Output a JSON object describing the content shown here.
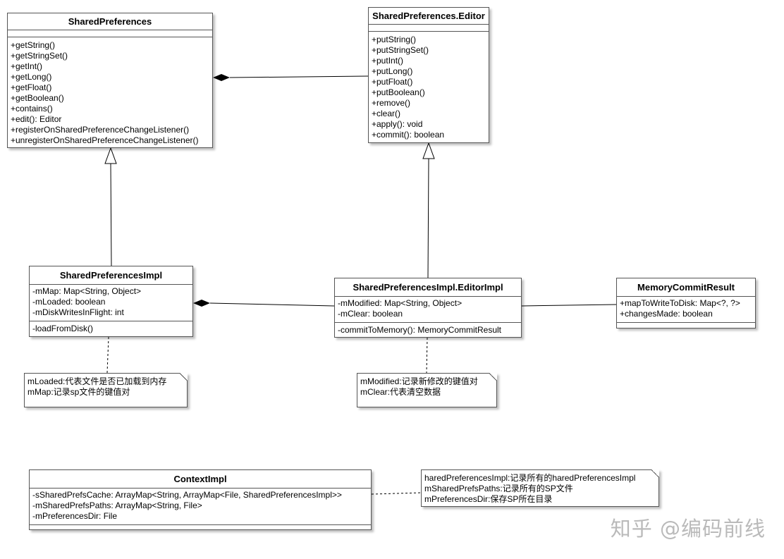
{
  "classes": {
    "shared_preferences": {
      "name": "SharedPreferences",
      "attributes": [],
      "methods": [
        "+getString()",
        "+getStringSet()",
        "+getInt()",
        "+getLong()",
        "+getFloat()",
        "+getBoolean()",
        "+contains()",
        "+edit(): Editor",
        "+registerOnSharedPreferenceChangeListener()",
        "+unregisterOnSharedPreferenceChangeListener()"
      ]
    },
    "editor": {
      "name": "SharedPreferences.Editor",
      "attributes": [],
      "methods": [
        "+putString()",
        "+putStringSet()",
        "+putInt()",
        "+putLong()",
        "+putFloat()",
        "+putBoolean()",
        "+remove()",
        "+clear()",
        "+apply(): void",
        "+commit(): boolean"
      ]
    },
    "impl": {
      "name": "SharedPreferencesImpl",
      "attributes": [
        "-mMap: Map<String, Object>",
        "-mLoaded: boolean",
        "-mDiskWritesInFlight: int"
      ],
      "methods": [
        "-loadFromDisk()"
      ]
    },
    "editor_impl": {
      "name": "SharedPreferencesImpl.EditorImpl",
      "attributes": [
        "-mModified: Map<String, Object>",
        "-mClear: boolean"
      ],
      "methods": [
        "-commitToMemory(): MemoryCommitResult"
      ]
    },
    "memory_commit_result": {
      "name": "MemoryCommitResult",
      "attributes": [
        "+mapToWriteToDisk: Map<?, ?>",
        "+changesMade: boolean"
      ],
      "methods": []
    },
    "context_impl": {
      "name": "ContextImpl",
      "attributes": [
        "-sSharedPrefsCache: ArrayMap<String, ArrayMap<File, SharedPreferencesImpl>>",
        "-mSharedPrefsPaths: ArrayMap<String, File>",
        "-mPreferencesDir: File"
      ],
      "methods": []
    }
  },
  "notes": {
    "impl_note": [
      "mLoaded:代表文件是否已加载到内存",
      "mMap:记录sp文件的键值对"
    ],
    "editor_impl_note": [
      "mModified:记录新修改的键值对",
      "mClear:代表清空数据"
    ],
    "context_note": [
      "haredPreferencesImpl:记录所有的haredPreferencesImpl",
      "mSharedPrefsPaths:记录所有的SP文件",
      "mPreferencesDir:保存SP所在目录"
    ]
  },
  "relationships": [
    {
      "from": "SharedPreferences",
      "to": "SharedPreferences.Editor",
      "type": "composition"
    },
    {
      "from": "SharedPreferencesImpl",
      "to": "SharedPreferences",
      "type": "generalization"
    },
    {
      "from": "SharedPreferencesImpl.EditorImpl",
      "to": "SharedPreferences.Editor",
      "type": "generalization"
    },
    {
      "from": "SharedPreferencesImpl",
      "to": "SharedPreferencesImpl.EditorImpl",
      "type": "composition"
    },
    {
      "from": "SharedPreferencesImpl.EditorImpl",
      "to": "MemoryCommitResult",
      "type": "association"
    }
  ],
  "watermark": "知乎 @编码前线"
}
